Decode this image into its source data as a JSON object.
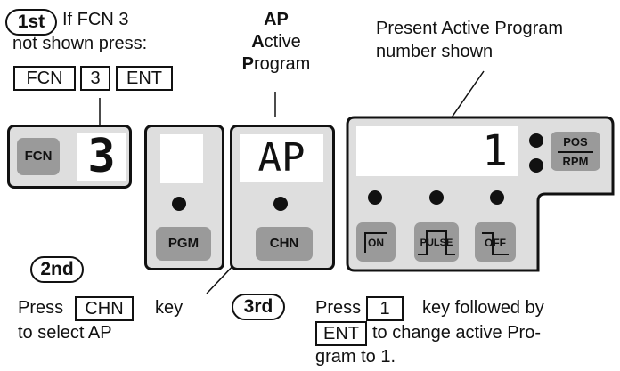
{
  "step1": {
    "badge": "1st",
    "text_line1": "If FCN  3",
    "text_line2": "not shown press:",
    "keys": [
      "FCN",
      "3",
      "ENT"
    ]
  },
  "ap_label": {
    "line1": "AP",
    "line2_bold": "A",
    "line2_rest": "ctive",
    "line3_bold": "P",
    "line3_rest": "rogram"
  },
  "present_label": {
    "line1": "Present  Active Program",
    "line2": "number shown"
  },
  "fcn_panel": {
    "button": "FCN",
    "display": "3"
  },
  "pgm_panel": {
    "button": "PGM"
  },
  "chn_panel": {
    "display": "AP",
    "button": "CHN"
  },
  "pos_panel": {
    "display": "1",
    "pos_key_top": "POS",
    "pos_key_bottom": "RPM",
    "on_key": "ON",
    "pulse_key": "PULSE",
    "off_key": "OFF"
  },
  "step2": {
    "badge": "2nd",
    "press": "Press",
    "key": "CHN",
    "key_suffix": "key",
    "line2": "to select  AP"
  },
  "step3": {
    "badge": "3rd",
    "press": "Press",
    "key1": "1",
    "after_key1": "key followed by",
    "key2": "ENT",
    "after_key2": "to change active Pro-",
    "line3": "gram to 1."
  }
}
